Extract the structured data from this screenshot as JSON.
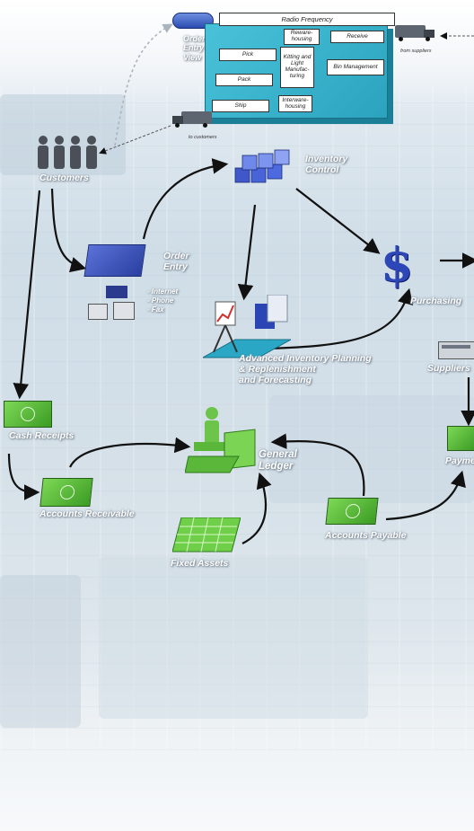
{
  "order_entry_view": {
    "label_l1": "Order",
    "label_l2": "Entry",
    "label_l3": "View"
  },
  "radio_frequency": {
    "title": "Radio Frequency",
    "pick": "Pick",
    "pack": "Pack",
    "ship": "Ship",
    "rewarehousing": "Reware-housing",
    "kitting": "Kitting and Light Manufac-turing",
    "receive": "Receive",
    "bin_management": "Bin Management",
    "interwarehousing": "Interware-housing"
  },
  "from_suppliers": "from suppliers",
  "to_customers": "to customers",
  "customers": "Customers",
  "inventory_control": {
    "l1": "Inventory",
    "l2": "Control"
  },
  "order_entry": {
    "l1": "Order",
    "l2": "Entry"
  },
  "channels": {
    "internet": "- Internet",
    "phone": "- Phone",
    "fax": "- Fax"
  },
  "purchasing": "Purchasing",
  "advanced_planning": {
    "l1": "Advanced Inventory Planning",
    "l2": "& Replenishment",
    "l3": "and Forecasting"
  },
  "suppliers": "Suppliers",
  "cash_receipts": "Cash Receipts",
  "general_ledger": {
    "l1": "General",
    "l2": "Ledger"
  },
  "payments": "Payme",
  "accounts_receivable": "Accounts Receivable",
  "accounts_payable": "Accounts Payable",
  "fixed_assets": "Fixed Assets"
}
